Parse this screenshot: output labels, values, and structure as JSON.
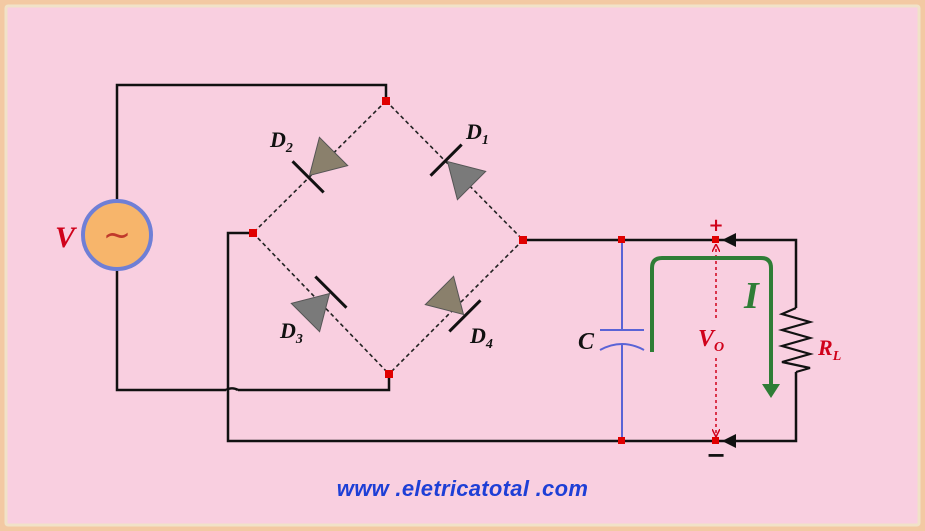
{
  "labels": {
    "source": "V",
    "d1": {
      "main": "D",
      "sub": "1"
    },
    "d2": {
      "main": "D",
      "sub": "2"
    },
    "d3": {
      "main": "D",
      "sub": "3"
    },
    "d4": {
      "main": "D",
      "sub": "4"
    },
    "capacitor": "C",
    "vo": {
      "main": "V",
      "sub": "O"
    },
    "current": "I",
    "rl": {
      "main": "R",
      "sub": "L"
    },
    "plus": "+",
    "minus": "−"
  },
  "source_symbol": "~",
  "website": "www .eletricatotal .com",
  "colors": {
    "background": "#f9cfe0",
    "border": "#f3c9a3",
    "wire": "#111111",
    "node": "#e00000",
    "source_fill": "#f7b56b",
    "source_ring": "#6f7fd6",
    "capacitor": "#5a63d6",
    "current": "#2f7d36",
    "label_red": "#d0021b",
    "website": "#1e3fd6",
    "diode_gray": "#7a7a7a",
    "diode_olive": "#8a806c"
  }
}
